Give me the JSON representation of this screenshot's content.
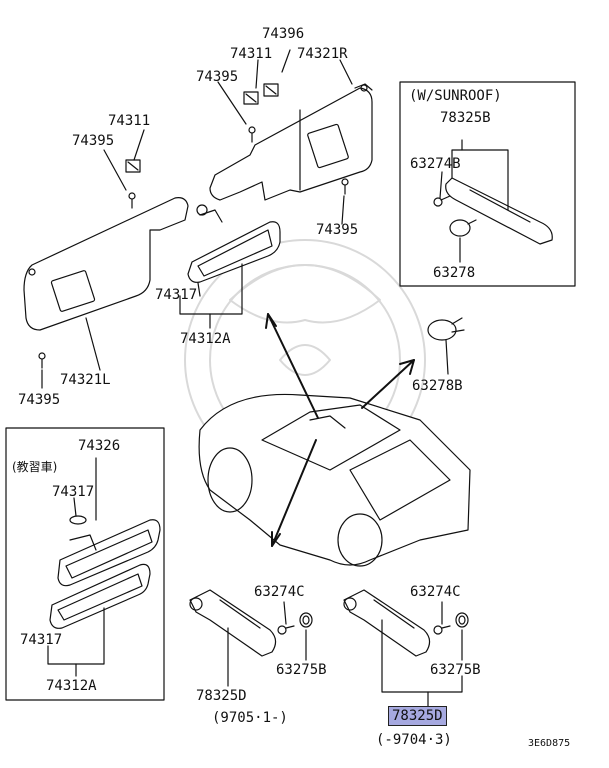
{
  "diagram_code": "3E6D875",
  "variants": {
    "sunroof": "(W/SUNROOF)",
    "instructor": "(教習車)",
    "from_date": "(9705·1-)",
    "to_date": "(-9704·3)"
  },
  "parts": {
    "p74396": "74396",
    "p74311_top": "74311",
    "p74321R": "74321R",
    "p74395_top": "74395",
    "p74311_left": "74311",
    "p74395_left": "74395",
    "p74395_right": "74395",
    "p74317_center": "74317",
    "p74312A_center": "74312A",
    "p74321L": "74321L",
    "p74395_bottom": "74395",
    "p78325B": "78325B",
    "p63274B": "63274B",
    "p63278": "63278",
    "p63278B": "63278B",
    "p74326": "74326",
    "p74317_inst1": "74317",
    "p74317_inst2": "74317",
    "p74312A_inst": "74312A",
    "p63274C_left": "63274C",
    "p63275B_left": "63275B",
    "p78325D_left": "78325D",
    "p63274C_right": "63274C",
    "p63275B_right": "63275B",
    "p78325D_right": "78325D"
  },
  "highlighted_part": "78325D",
  "highlight_color": "#a6a9e0"
}
